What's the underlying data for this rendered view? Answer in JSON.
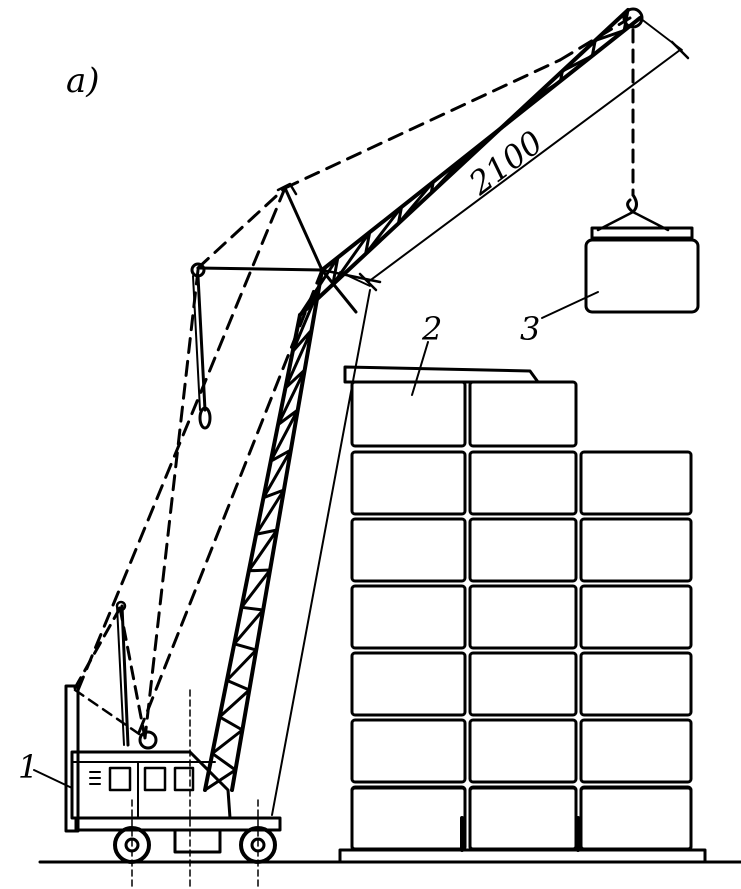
{
  "figure": {
    "panel_label": "a)",
    "dimension_text": "2100",
    "callouts": [
      "1",
      "2",
      "3"
    ]
  },
  "colors": {
    "ink": "#000000",
    "paper": "#ffffff"
  }
}
